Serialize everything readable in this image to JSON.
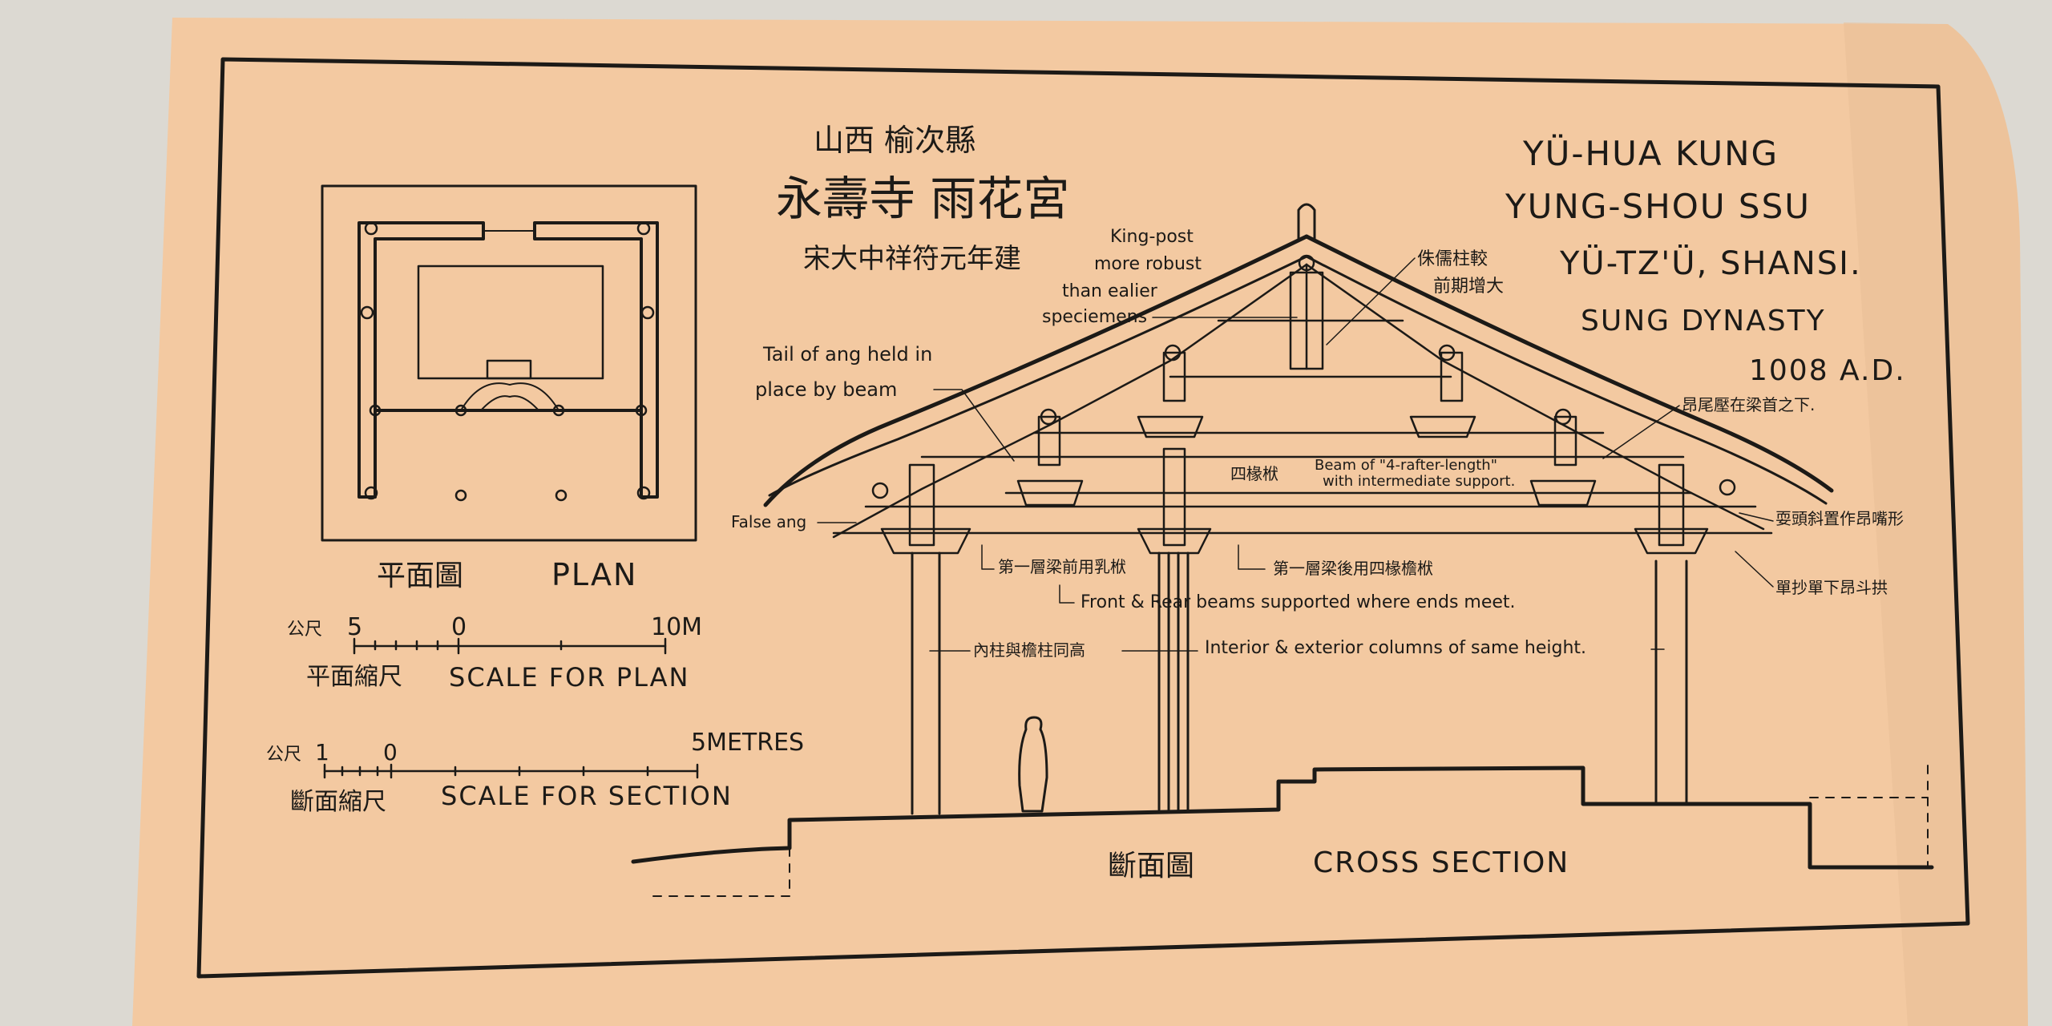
{
  "sheet": {
    "paper_color": "#f3c9a1",
    "ink_color": "#1c1a17",
    "background_color": "#dcd9d2"
  },
  "header": {
    "cjk_line1": "山西 榆次縣",
    "cjk_line2": "永壽寺 雨花宮",
    "cjk_line3": "宋大中祥符元年建"
  },
  "title_block": {
    "line1": "YÜ-HUA KUNG",
    "line2": "YUNG-SHOU SSU",
    "line3": "YÜ-TZ'Ü, SHANSI.",
    "line4": "SUNG DYNASTY",
    "line5": "1008 A.D."
  },
  "plan": {
    "cjk_label": "平面圖",
    "label": "PLAN",
    "scale": {
      "prefix": "公尺",
      "tick_start": "5",
      "tick_zero": "0",
      "tick_end": "10M",
      "cjk_caption": "平面縮尺",
      "caption": "SCALE FOR PLAN"
    }
  },
  "section_scale": {
    "prefix": "公尺",
    "tick_start": "1",
    "tick_zero": "0",
    "tick_end": "5METRES",
    "cjk_caption": "斷面縮尺",
    "caption": "SCALE FOR SECTION"
  },
  "section": {
    "cjk_label": "斷面圖",
    "label": "CROSS SECTION",
    "annotations": {
      "king_post_1": "King-post",
      "king_post_2": "more robust",
      "king_post_3": "than ealier",
      "king_post_4": "speciemens",
      "king_post_cjk_1": "侏儒柱較",
      "king_post_cjk_2": "前期增大",
      "tail_1": "Tail of ang held in",
      "tail_2": "place by beam",
      "ang_cjk": "昂尾壓在梁首之下.",
      "beam4_cjk": "四椽栿",
      "beam4_1": "Beam of \"4-rafter-length\"",
      "beam4_2": "with intermediate support.",
      "false_ang": "False ang",
      "false_ang_cjk": "耍頭斜置作昂嘴形",
      "bracket_cjk": "單抄單下昂斗拱",
      "front_beam_cjk": "第一層梁前用乳栿",
      "rear_beam_cjk": "第一層梁後用四椽檐栿",
      "front_rear": "Front & Rear beams supported where ends meet.",
      "columns_cjk": "內柱與檐柱同高",
      "columns": "Interior & exterior columns of same height."
    }
  }
}
